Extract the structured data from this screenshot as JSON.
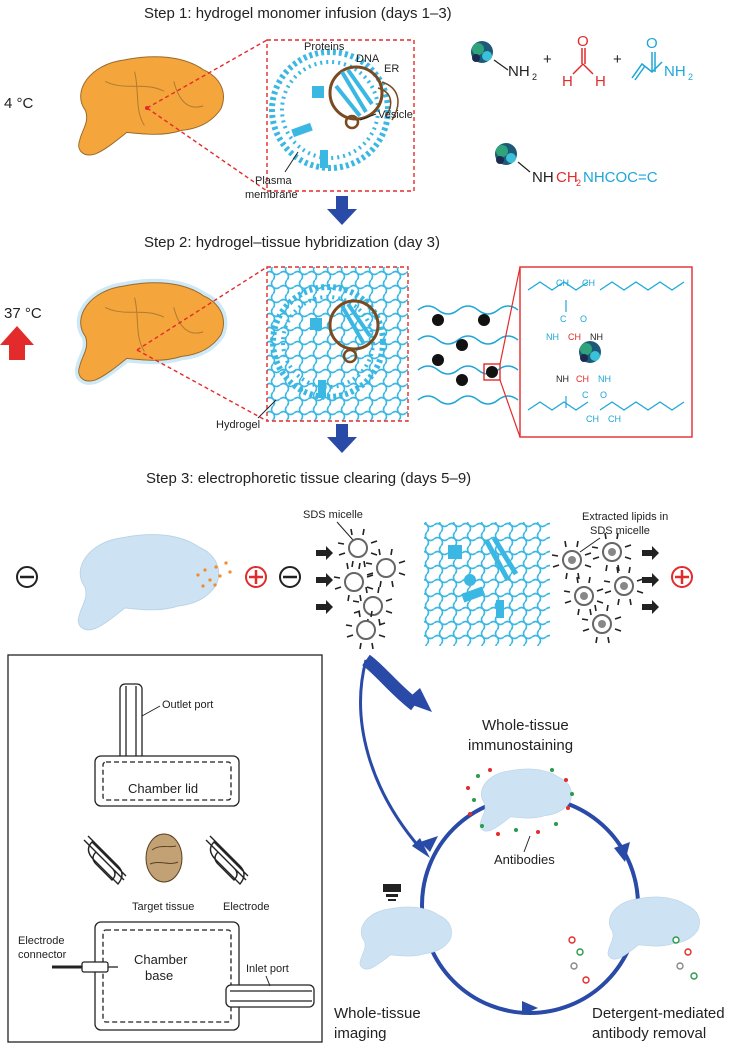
{
  "step1": {
    "title": "Step 1: hydrogel monomer infusion (days 1–3)",
    "temperature": "4 °C",
    "labels": {
      "proteins": "Proteins",
      "dna": "DNA",
      "er": "ER",
      "vesicle": "Vesicle",
      "plasma": "Plasma",
      "membrane": "membrane"
    },
    "chem": {
      "nh2_a": "NH",
      "nh2_a_sub": "2",
      "plus1": "+",
      "plus2": "+",
      "h_left": "H",
      "h_right": "H",
      "o_top": "O",
      "o_top2": "O",
      "nh2_b": "NH",
      "nh2_b_sub": "2",
      "product_nh": "NH",
      "product_ch": "CH",
      "product_ch_sub": "2",
      "product_rest": "NHCOC=C"
    }
  },
  "step2": {
    "title": "Step 2: hydrogel–tissue hybridization (day 3)",
    "temperature": "37 °C",
    "hydrogel_label": "Hydrogel",
    "inset": {
      "ch1": "CH",
      "ch2": "CH",
      "sub2": "2",
      "c1": "C",
      "o1": "O",
      "nh1": "NH",
      "ch_red": "CH",
      "nh2": "NH",
      "nh3": "NH",
      "ch_red2": "CH",
      "nh4": "NH",
      "c2": "C",
      "o2": "O",
      "ch3": "CH",
      "ch4": "CH"
    }
  },
  "step3": {
    "title": "Step 3: electrophoretic tissue clearing (days 5–9)",
    "sds_label": "SDS micelle",
    "lipids_label_1": "Extracted lipids in",
    "lipids_label_2": "SDS micelle"
  },
  "chamber": {
    "outlet": "Outlet port",
    "lid": "Chamber lid",
    "target": "Target tissue",
    "electrode": "Electrode",
    "connector_1": "Electrode",
    "connector_2": "connector",
    "base_1": "Chamber",
    "base_2": "base",
    "inlet": "Inlet port"
  },
  "cycle": {
    "immuno_1": "Whole-tissue",
    "immuno_2": "immunostaining",
    "antibodies": "Antibodies",
    "imaging_1": "Whole-tissue",
    "imaging_2": "imaging",
    "removal_1": "Detergent-mediated",
    "removal_2": "antibody removal"
  },
  "colors": {
    "brain_orange": "#f4a53c",
    "brain_light": "#cde3f3",
    "hydrogel_blue": "#3bb7e3",
    "arrow_navy": "#2a4aa8",
    "red": "#e32b2b",
    "orange_dots": "#f08a2a"
  },
  "icons": [
    "down-arrow-icon",
    "up-arrow-icon",
    "minus-electrode-icon",
    "plus-electrode-icon",
    "microscope-icon"
  ]
}
